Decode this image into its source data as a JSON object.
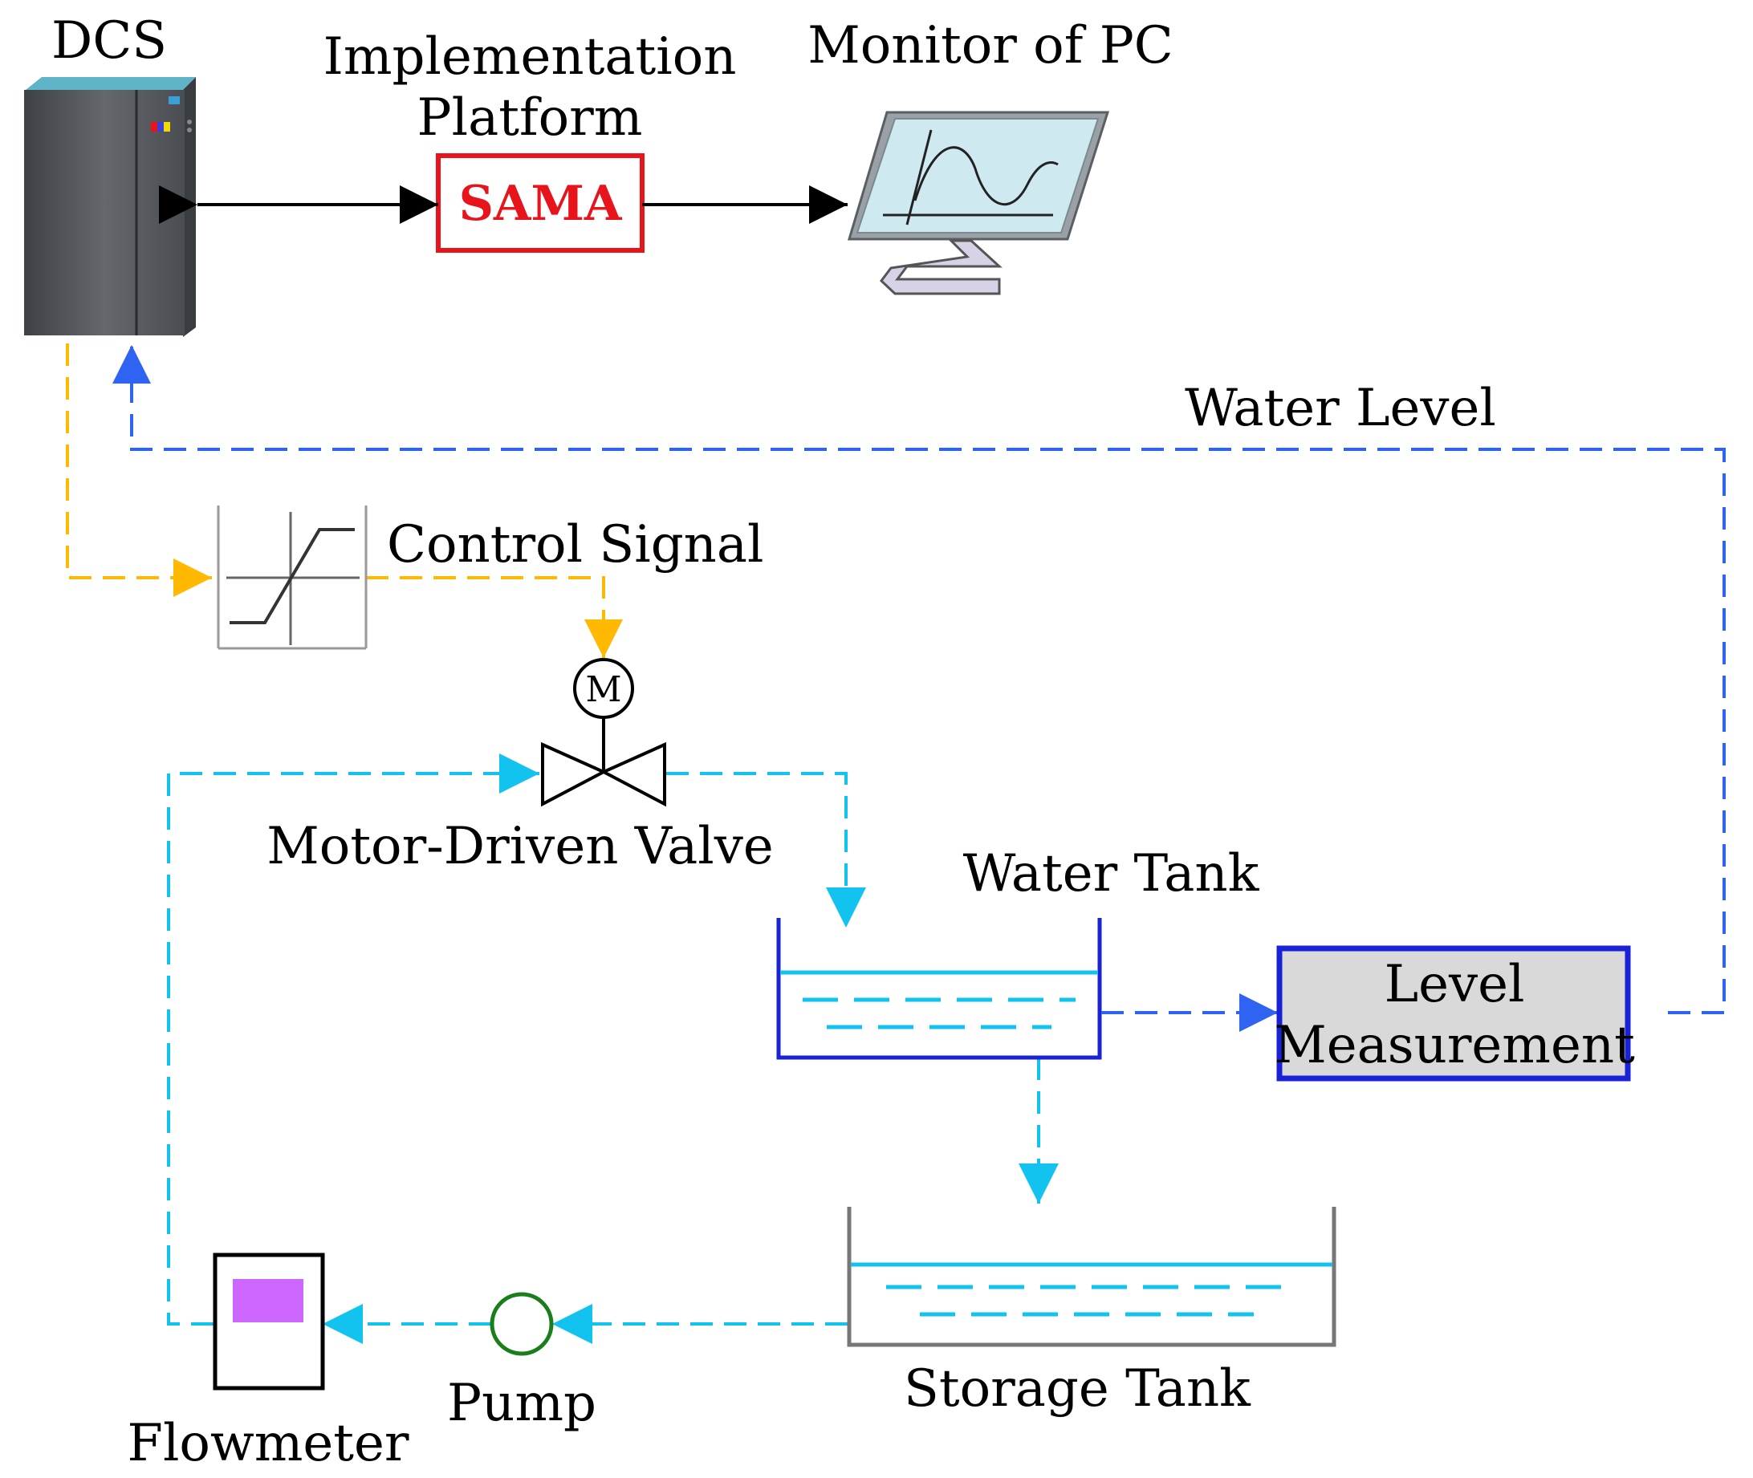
{
  "labels": {
    "dcs": "DCS",
    "platform_line1": "Implementation",
    "platform_line2": "Platform",
    "sama": "SAMA",
    "monitor": "Monitor of PC",
    "water_level": "Water Level",
    "control_signal": "Control Signal",
    "motor_symbol": "M",
    "motor_valve": "Motor-Driven Valve",
    "water_tank": "Water Tank",
    "level_line1": "Level",
    "level_line2": "Measurement",
    "storage_tank": "Storage Tank",
    "pump": "Pump",
    "flowmeter": "Flowmeter"
  },
  "colors": {
    "sama_red": "#e8141b",
    "control_signal_orange": "#ffb900",
    "water_flow_cyan": "#12c3f0",
    "level_signal_blue": "#2f63f2",
    "water_tank_outline": "#1a22d6",
    "level_box_fill": "#d9d9d9",
    "pump_green": "#1a7f1a",
    "flowmeter_display": "#cc66ff",
    "cabinet_body": "#54585c",
    "monitor_screen": "#cfe9f0",
    "monitor_stand": "#d8d2e6"
  },
  "icons": {
    "dcs": "server-cabinet-icon",
    "monitor": "pc-monitor-icon",
    "limiter": "saturation-limiter-icon",
    "valve": "motor-valve-icon",
    "pump": "pump-icon",
    "flowmeter": "flowmeter-icon"
  }
}
